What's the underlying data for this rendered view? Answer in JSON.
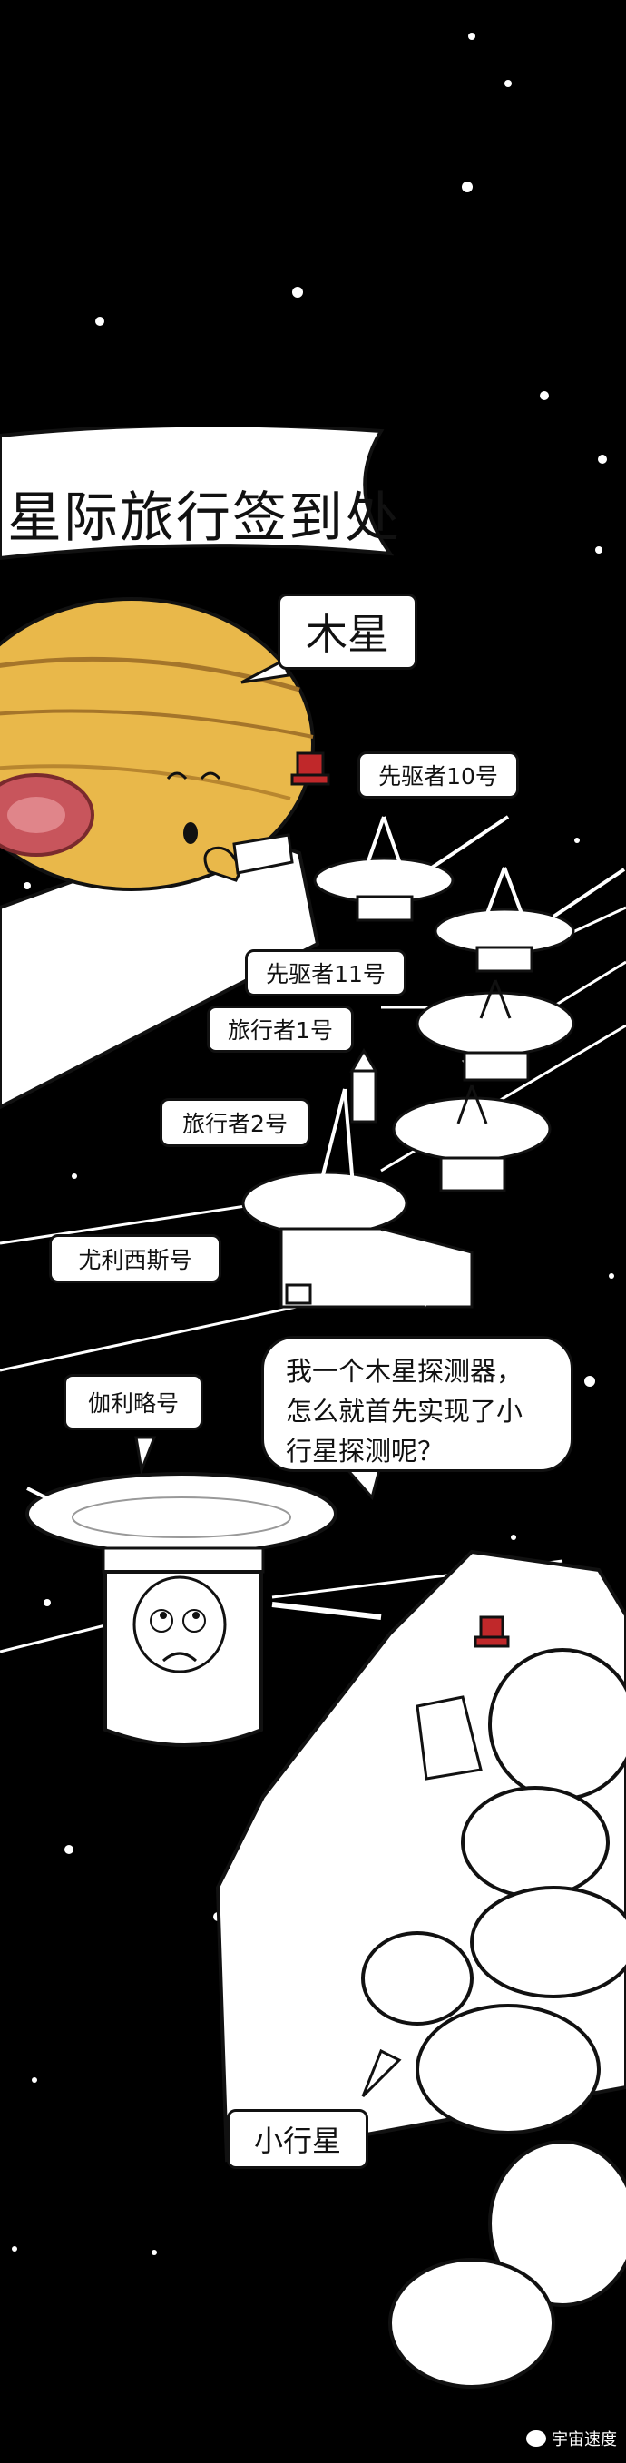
{
  "banner": {
    "title": "星际旅行签到处"
  },
  "labels": {
    "jupiter": "木星",
    "pioneer10": "先驱者10号",
    "pioneer11": "先驱者11号",
    "voyager1": "旅行者1号",
    "voyager2": "旅行者2号",
    "ulysses": "尤利西斯号",
    "galileo": "伽利略号",
    "asteroid": "小行星"
  },
  "speech": {
    "line1": "我一个木星探测器，",
    "line2": "怎么就首先实现了小",
    "line3": "行星探测呢？"
  },
  "watermark": {
    "text": "宇宙速度"
  },
  "colors": {
    "background": "#000000",
    "jupiter": "#e9b84a",
    "stamp": "#c0282a",
    "ink": "#111111"
  }
}
